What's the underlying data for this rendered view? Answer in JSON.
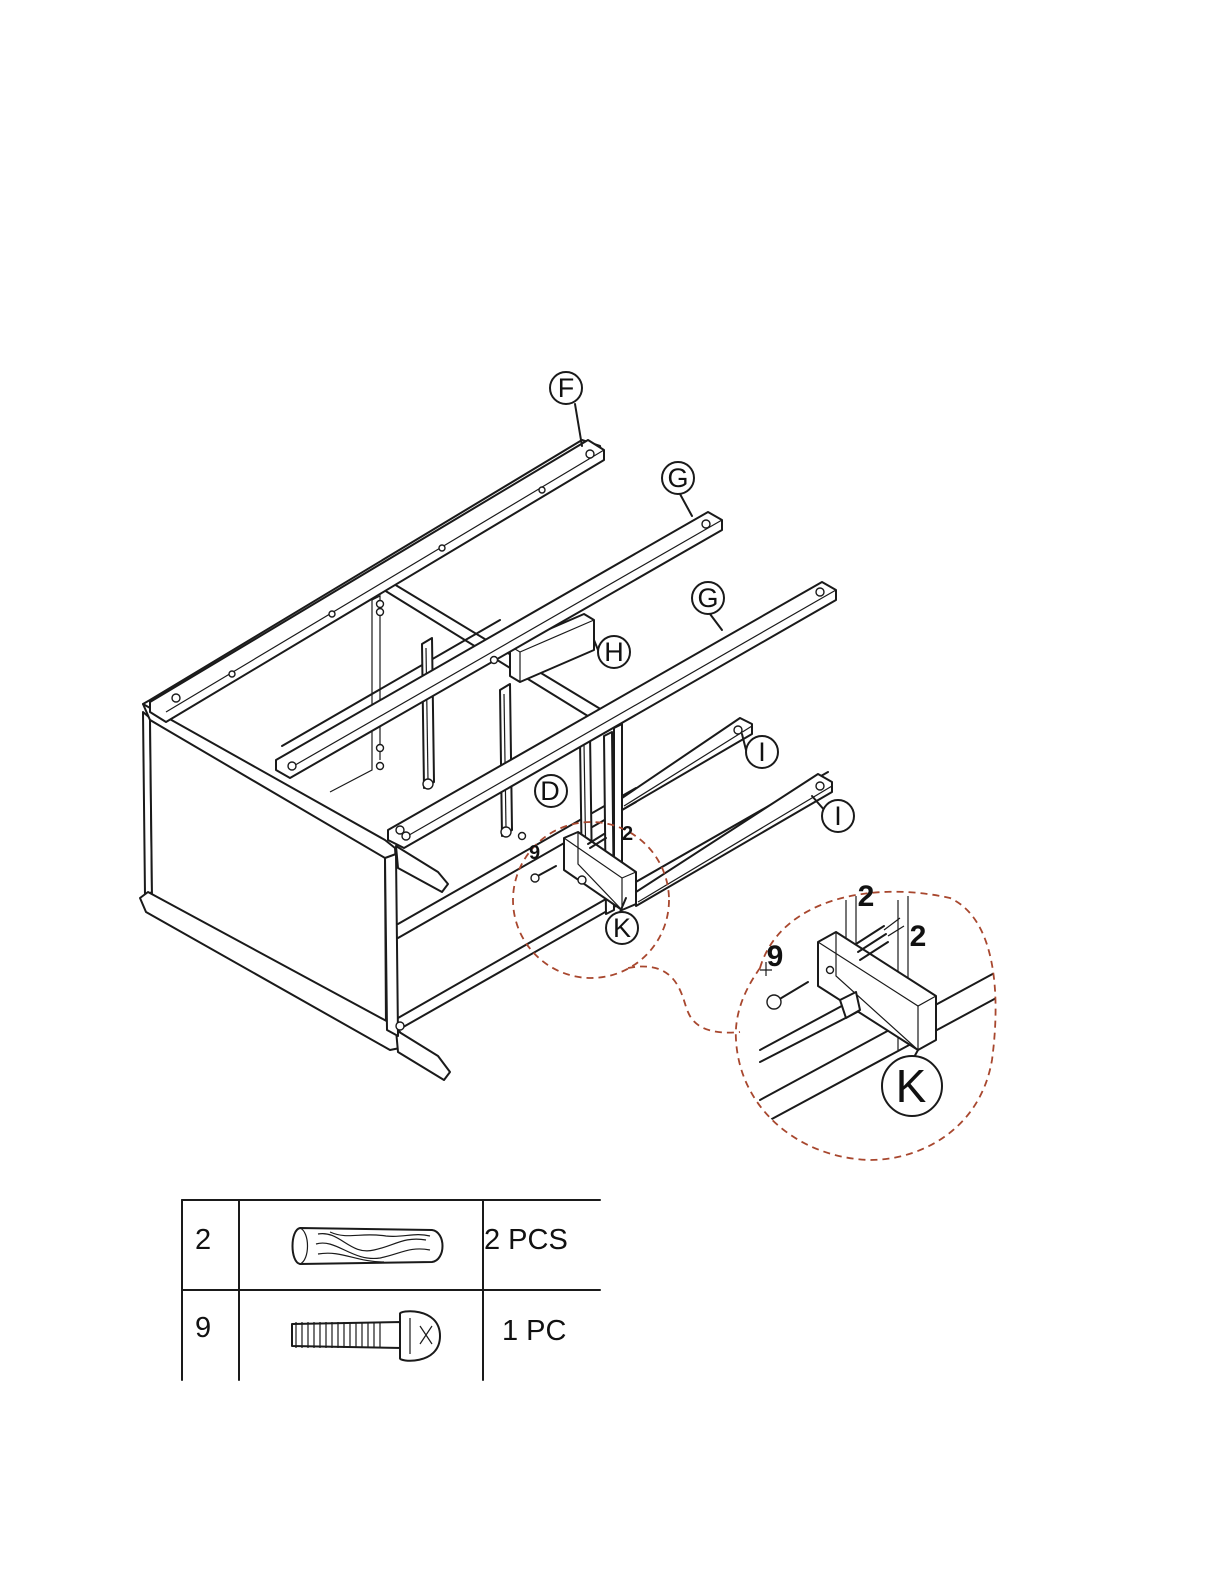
{
  "callouts": {
    "F": "F",
    "G1": "G",
    "G2": "G",
    "H": "H",
    "I1": "I",
    "I2": "I",
    "D": "D",
    "K": "K",
    "K_detail": "K",
    "n2_small": "2",
    "n9_small": "9",
    "n2_detail_a": "2",
    "n2_detail_b": "2",
    "n9_detail": "9"
  },
  "parts_table": {
    "rows": [
      {
        "id": "2",
        "icon": "wooden-dowel-icon",
        "qty": "2 PCS"
      },
      {
        "id": "9",
        "icon": "bolt-screw-icon",
        "qty": "1 PC"
      }
    ]
  },
  "colors": {
    "line": "#1a1a1a",
    "detail_circle": "#a8472e",
    "background": "#ffffff"
  }
}
